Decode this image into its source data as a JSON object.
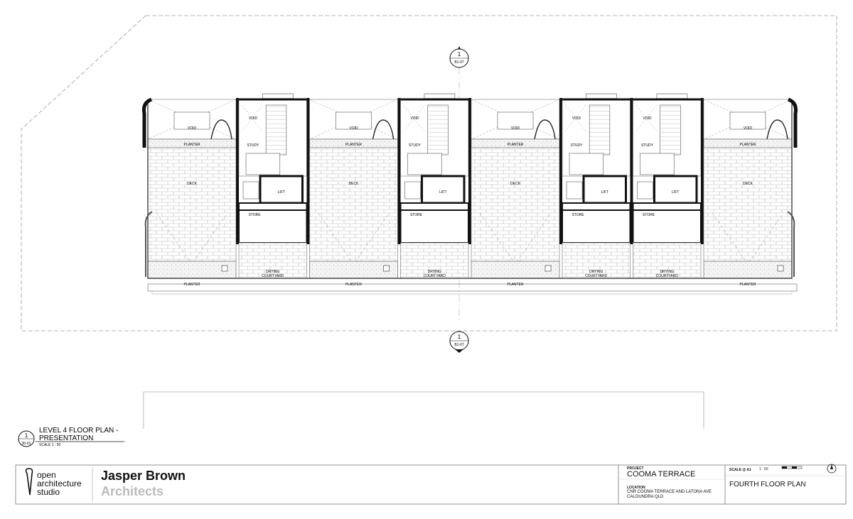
{
  "section_markers": {
    "top": {
      "number": "1",
      "sheet": "B1-07"
    },
    "bottom": {
      "number": "1",
      "sheet": "B1-07"
    }
  },
  "units": [
    {
      "type": "deck",
      "labels": {
        "void": "VOID",
        "planter_top": "PLANTER",
        "deck": "DECK",
        "planter_bottom": "PLANTER"
      }
    },
    {
      "type": "core",
      "labels": {
        "void": "VOID",
        "study": "STUDY",
        "lift": "LIFT",
        "store": "STORE",
        "drying_line1": "DRYING",
        "drying_line2": "COURTYARD"
      }
    },
    {
      "type": "deck",
      "labels": {
        "void": "VOID",
        "planter_top": "PLANTER",
        "deck": "DECK",
        "planter_bottom": "PLANTER"
      }
    },
    {
      "type": "core",
      "labels": {
        "void": "VOID",
        "study": "STUDY",
        "lift": "LIFT",
        "store": "STORE",
        "drying_line1": "DRYING",
        "drying_line2": "COURTYARD"
      }
    },
    {
      "type": "deck",
      "labels": {
        "void": "VOID",
        "planter_top": "PLANTER",
        "deck": "DECK",
        "planter_bottom": "PLANTER"
      }
    },
    {
      "type": "core",
      "labels": {
        "void": "VOID",
        "study": "STUDY",
        "lift": "LIFT",
        "store": "STORE",
        "drying_line1": "DRYING",
        "drying_line2": "COURTYARD"
      }
    },
    {
      "type": "core",
      "labels": {
        "void": "VOID",
        "study": "STUDY",
        "lift": "LIFT",
        "store": "STORE",
        "drying_line1": "DRYING",
        "drying_line2": "COURTYARD"
      }
    },
    {
      "type": "deck",
      "labels": {
        "void": "VOID",
        "planter_top": "PLANTER",
        "deck": "DECK",
        "planter_bottom": "PLANTER"
      }
    }
  ],
  "drawing_title": {
    "number": "1",
    "sheet_ref": "30-01",
    "line1": "LEVEL 4 FLOOR PLAN -",
    "line2": "PRESENTATION",
    "scale": "SCALE 1 : 50"
  },
  "title_block": {
    "studio_line1": "open",
    "studio_line2": "architecture",
    "studio_line3": "studio",
    "firm_name": "Jasper Brown",
    "firm_sub": "Architects",
    "project_label": "PROJECT",
    "project_name": "COOMA TERRACE",
    "location_label": "LOCATION",
    "location_line1": "CNR COOMA TERRACE AND LATONA AVE",
    "location_line2": "CALOUNDRA QLD",
    "scale_label": "SCALE @ A1",
    "scale_value": "1 : 50",
    "sheet_title": "FOURTH FLOOR PLAN"
  }
}
